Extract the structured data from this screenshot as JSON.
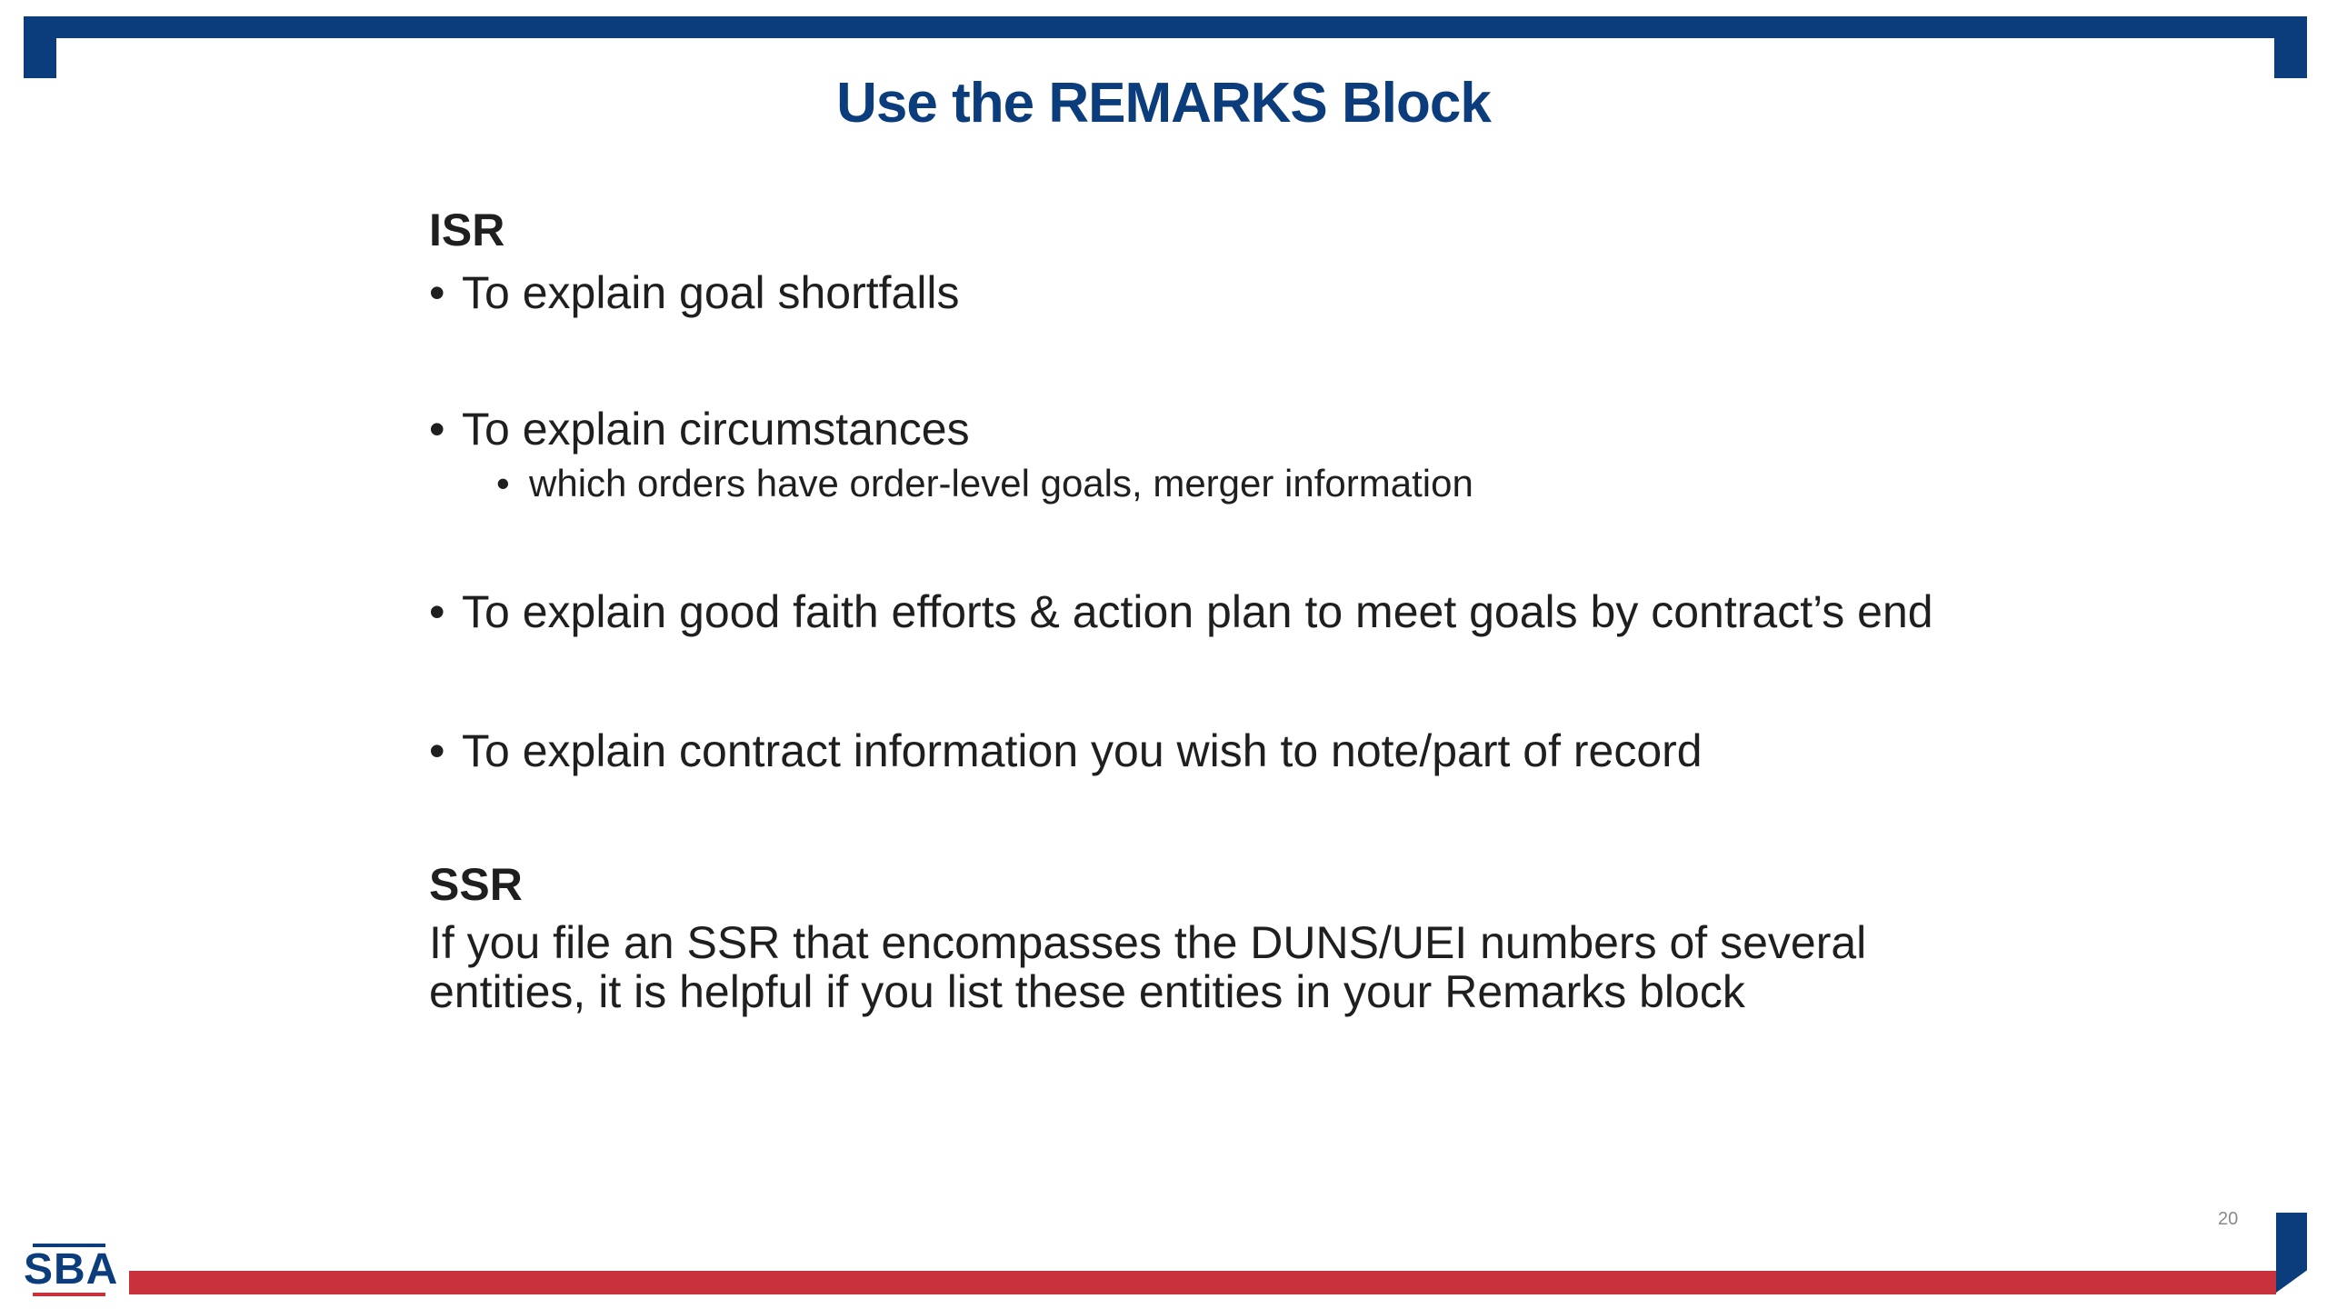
{
  "slide": {
    "title": "Use the REMARKS Block",
    "page_number": "20",
    "logo_text": "SBA"
  },
  "isr": {
    "heading": "ISR",
    "bullets": [
      "To explain goal shortfalls",
      "To explain circumstances",
      "To explain good faith efforts & action plan to meet goals by contract’s end",
      "To explain contract information you wish to note/part of record"
    ],
    "sub_bullets": [
      "which orders have order-level goals, merger information"
    ]
  },
  "ssr": {
    "heading": "SSR",
    "text": "If you file an SSR that encompasses the DUNS/UEI numbers of several entities, it is helpful if you list these entities in your Remarks block"
  },
  "colors": {
    "navy": "#0b3c7c",
    "red": "#c8313b",
    "text": "#1f1f1f"
  }
}
